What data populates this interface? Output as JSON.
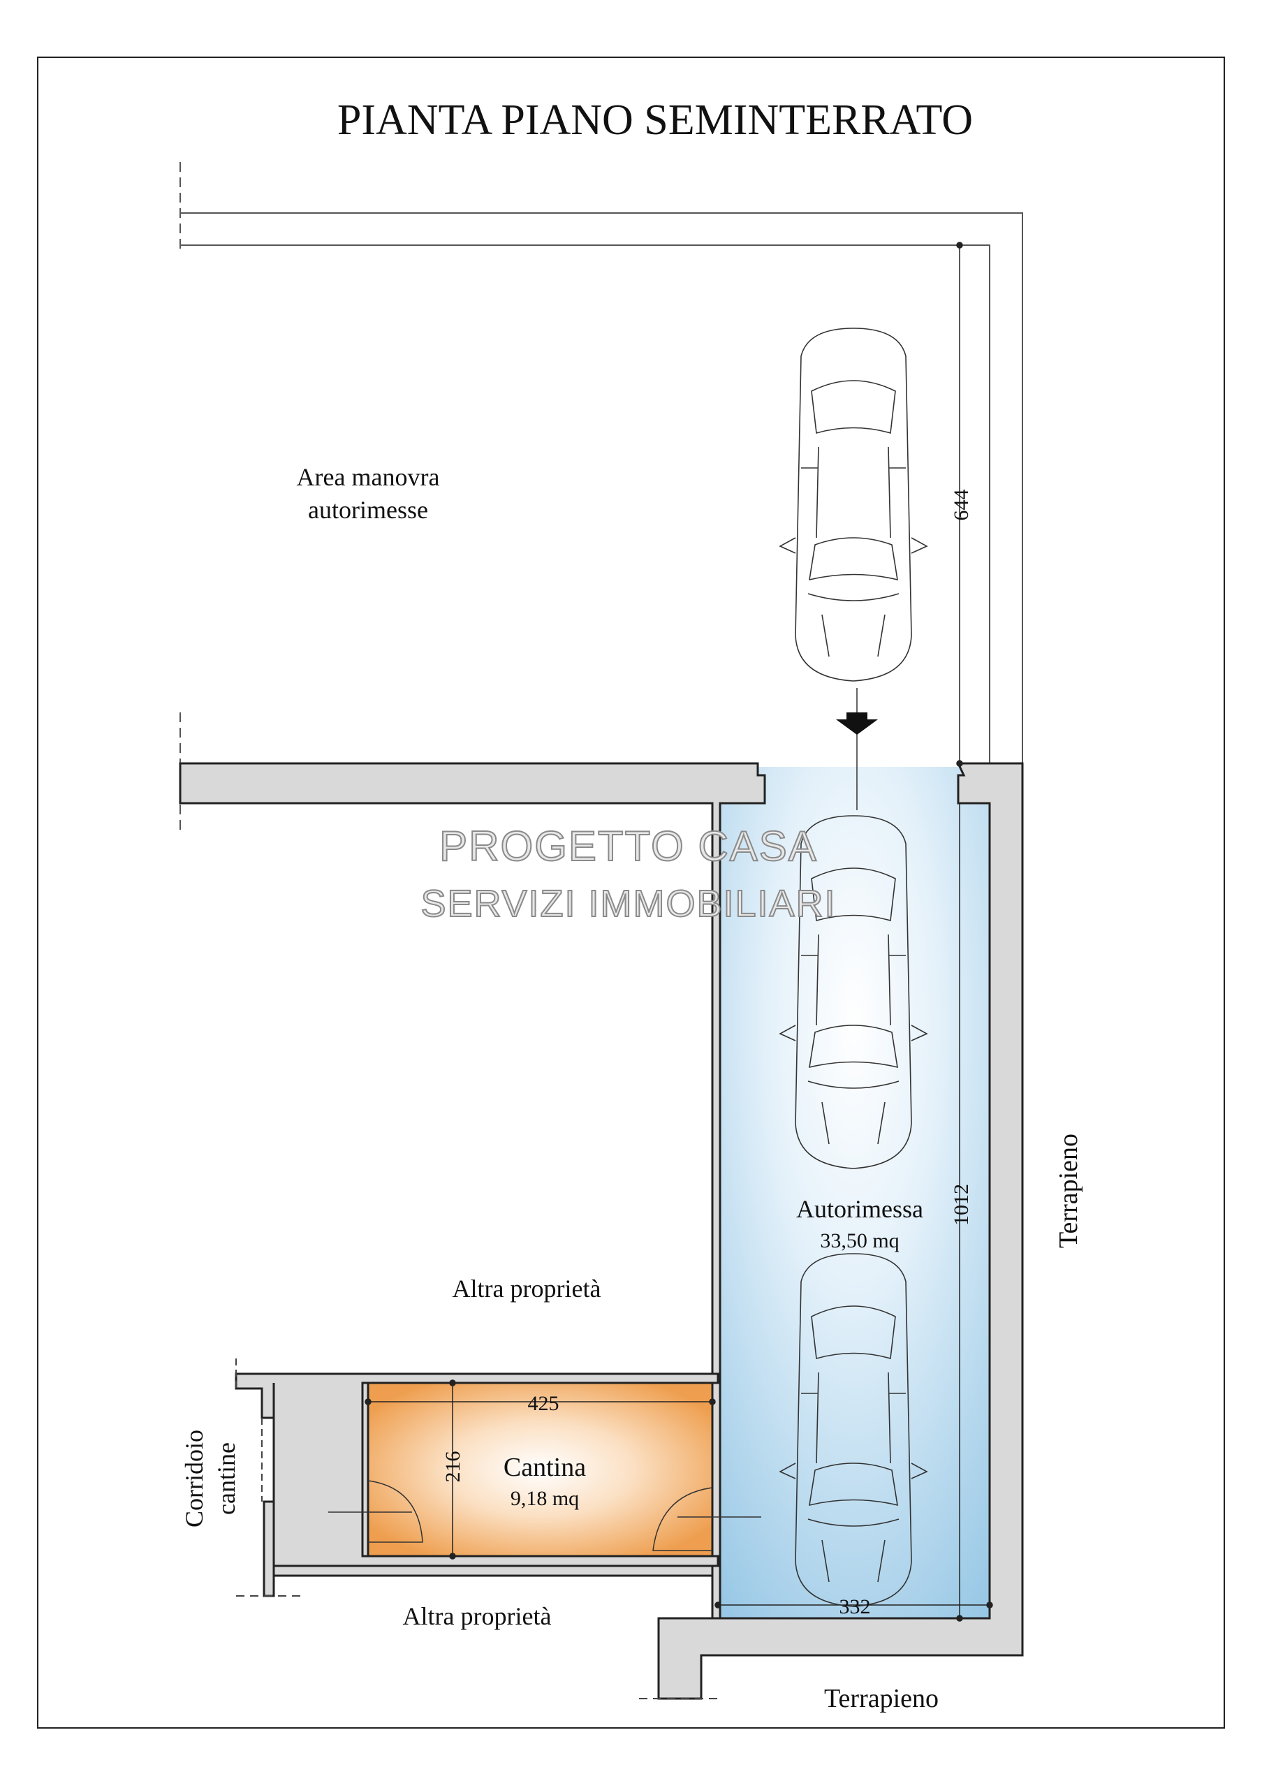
{
  "title": "PIANTA PIANO SEMINTERRATO",
  "labels": {
    "area_manovra_line1": "Area manovra",
    "area_manovra_line2": "autorimesse",
    "autorimessa": "Autorimessa",
    "autorimessa_area": "33,50 mq",
    "altra_proprieta_1": "Altra proprietà",
    "altra_proprieta_2": "Altra proprietà",
    "cantina": "Cantina",
    "cantina_area": "9,18 mq",
    "corridoio_line1": "Corridoio",
    "corridoio_line2": "cantine",
    "terrapieno_right": "Terrapieno",
    "terrapieno_bottom": "Terrapieno"
  },
  "dimensions": {
    "maneuver_depth": "644",
    "garage_length": "1012",
    "garage_width": "332",
    "cantina_width": "425",
    "cantina_depth": "216"
  },
  "watermark": {
    "line1": "PROGETTO CASA",
    "line2": "SERVIZI IMMOBILIARI"
  },
  "colors": {
    "wall": "#d9d9d9",
    "garage": "#9fcbe6",
    "cantina": "#f0a455"
  }
}
